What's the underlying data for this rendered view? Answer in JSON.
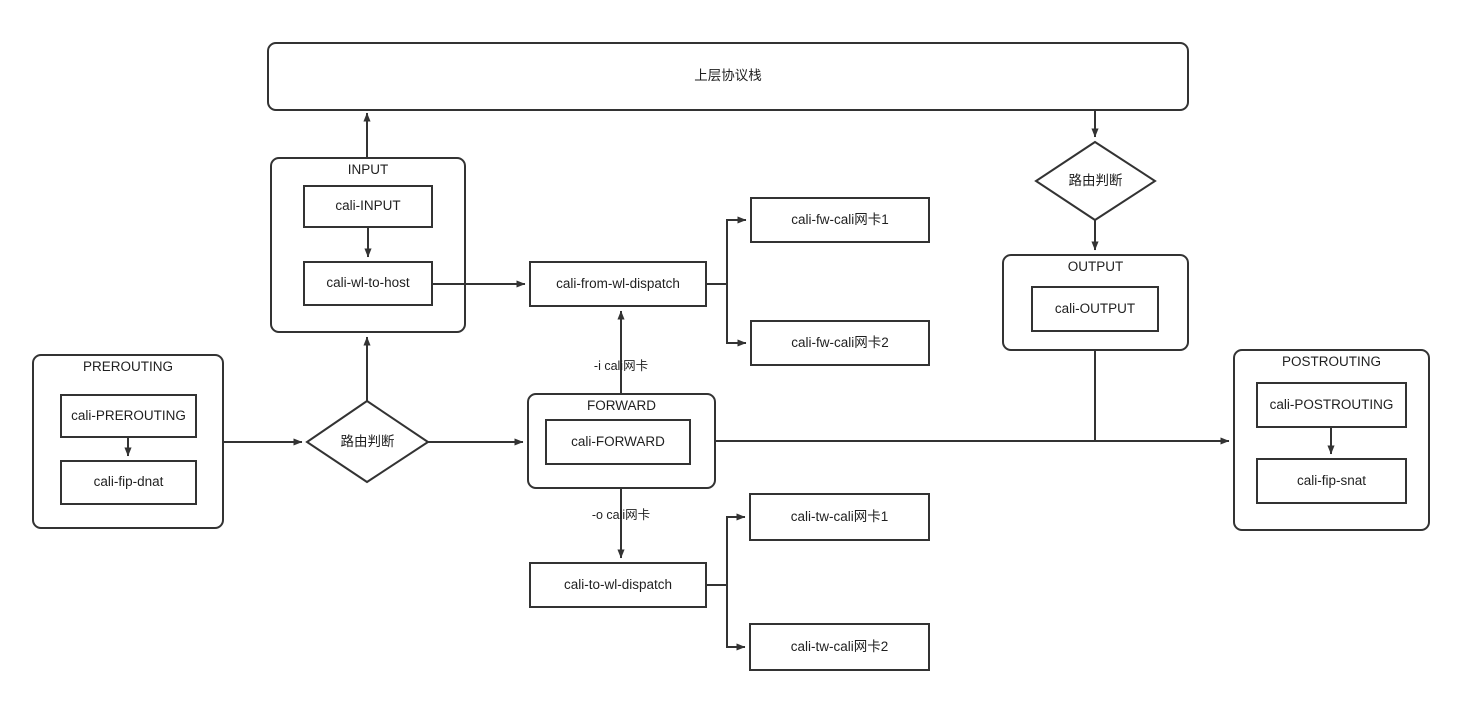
{
  "diagram": {
    "title": "Calico iptables chain traversal diagram",
    "stroke_color": "#333333",
    "fill_color": "#ffffff",
    "text_color": "#1f1f1f"
  },
  "nodes": {
    "upper_stack": {
      "label": "上层协议栈"
    },
    "input_chain": {
      "title": "INPUT",
      "boxes": [
        {
          "label": "cali-INPUT"
        },
        {
          "label": "cali-wl-to-host"
        }
      ]
    },
    "prerouting_chain": {
      "title": "PREROUTING",
      "boxes": [
        {
          "label": "cali-PREROUTING"
        },
        {
          "label": "cali-fip-dnat"
        }
      ]
    },
    "forward_chain": {
      "title": "FORWARD",
      "boxes": [
        {
          "label": "cali-FORWARD"
        }
      ]
    },
    "output_chain": {
      "title": "OUTPUT",
      "boxes": [
        {
          "label": "cali-OUTPUT"
        }
      ]
    },
    "postrouting_chain": {
      "title": "POSTROUTING",
      "boxes": [
        {
          "label": "cali-POSTROUTING"
        },
        {
          "label": "cali-fip-snat"
        }
      ]
    },
    "route_decision_left": {
      "label": "路由判断"
    },
    "route_decision_right": {
      "label": "路由判断"
    },
    "from_wl_dispatch": {
      "label": "cali-from-wl-dispatch"
    },
    "to_wl_dispatch": {
      "label": "cali-to-wl-dispatch"
    },
    "fw_cali_1": {
      "label": "cali-fw-cali网卡1"
    },
    "fw_cali_2": {
      "label": "cali-fw-cali网卡2"
    },
    "tw_cali_1": {
      "label": "cali-tw-cali网卡1"
    },
    "tw_cali_2": {
      "label": "cali-tw-cali网卡2"
    }
  },
  "edge_labels": {
    "in_iface": "-i cali网卡",
    "out_iface": "-o cali网卡"
  }
}
